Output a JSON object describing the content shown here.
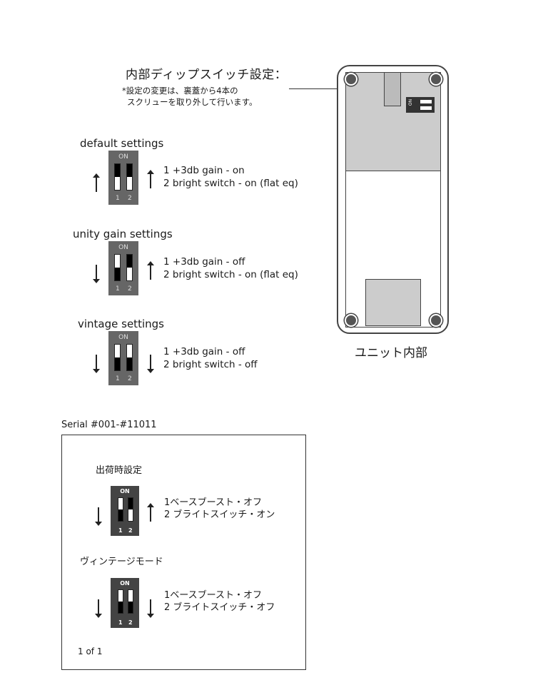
{
  "heading": {
    "title": "内部ディップスイッチ設定：",
    "note_line1": "*設定の変更は、裏蓋から4本の",
    "note_line2": "スクリューを取り外して行います。"
  },
  "dip_label_on": "ON",
  "dip_label_1": "1",
  "dip_label_2": "2",
  "sections": [
    {
      "title": "default settings",
      "switch1": "up",
      "switch2": "up",
      "line1": "1 +3db gain - on",
      "line2": "2 bright switch - on (flat eq)"
    },
    {
      "title": "unity gain settings",
      "switch1": "down",
      "switch2": "up",
      "line1": "1 +3db gain - off",
      "line2": "2 bright switch - on (flat eq)"
    },
    {
      "title": "vintage settings",
      "switch1": "down",
      "switch2": "down",
      "line1": "1 +3db gain - off",
      "line2": "2 bright switch - off"
    }
  ],
  "unit": {
    "label": "ユニット内部",
    "mini_switch_label": "ON"
  },
  "serial": {
    "label": "Serial #001-#11011",
    "sections": [
      {
        "title": "出荷時設定",
        "switch1": "down",
        "switch2": "up",
        "line1": "1ベースブースト・オフ",
        "line2": "2 ブライトスイッチ・オン"
      },
      {
        "title": "ヴィンテージモード",
        "switch1": "down",
        "switch2": "down",
        "line1": "1ベースブースト・オフ",
        "line2": "2 ブライトスイッチ・オフ"
      }
    ],
    "page": "1 of 1"
  }
}
